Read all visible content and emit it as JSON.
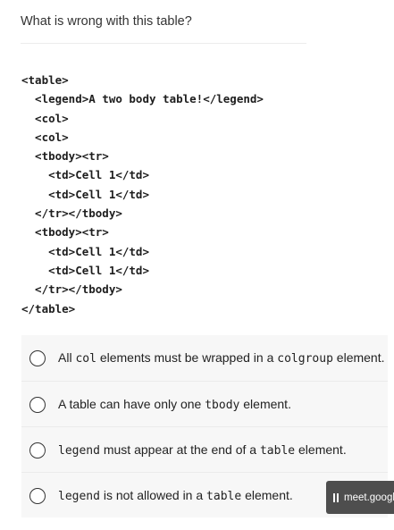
{
  "question": "What is wrong with this table?",
  "code_lines": [
    "<table>",
    "  <legend>A two body table!</legend>",
    "  <col>",
    "  <col>",
    "  <tbody><tr>",
    "    <td>Cell 1</td>",
    "    <td>Cell 1</td>",
    "  </tr></tbody>",
    "  <tbody><tr>",
    "    <td>Cell 1</td>",
    "    <td>Cell 1</td>",
    "  </tr></tbody>",
    "</table>"
  ],
  "options": [
    {
      "a": "All ",
      "b": "col",
      "c": " elements must be wrapped in a ",
      "d": "colgroup",
      "e": " element."
    },
    {
      "a": "A table can have only one ",
      "b": "tbody",
      "c": " element.",
      "d": "",
      "e": ""
    },
    {
      "a": "",
      "b": "legend",
      "c": " must appear at the end of a ",
      "d": "table",
      "e": " element."
    },
    {
      "a": "",
      "b": "legend",
      "c": " is not allowed in a ",
      "d": "table",
      "e": " element."
    }
  ],
  "meet_label": "meet.google.com"
}
